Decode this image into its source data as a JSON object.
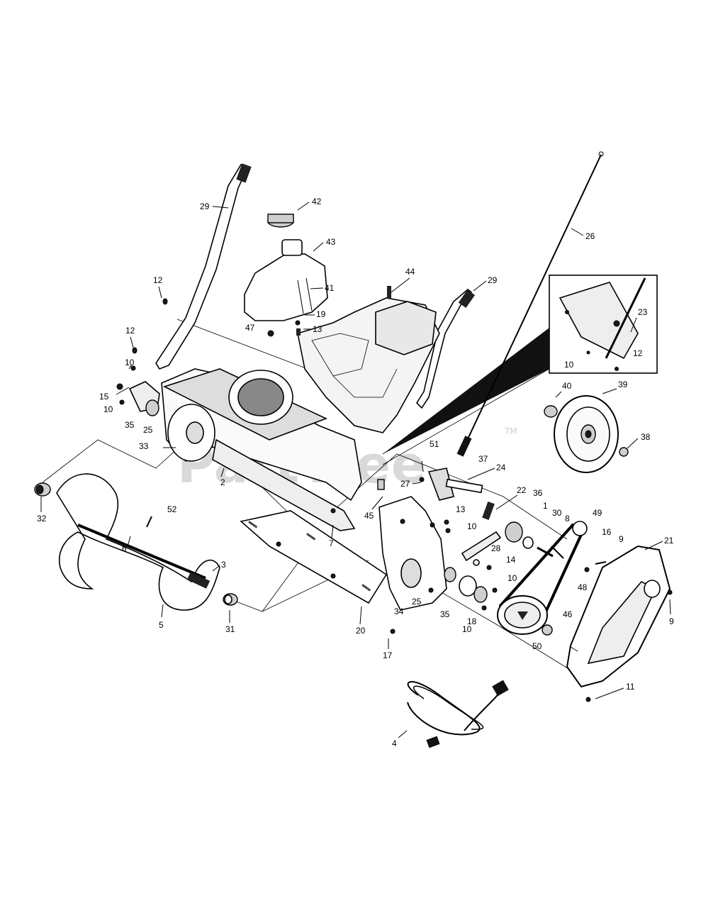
{
  "watermark": {
    "text": "PartTree",
    "trademark": "TM"
  },
  "callouts": [
    "1",
    "2",
    "3",
    "4",
    "5",
    "6",
    "7",
    "8",
    "9",
    "10",
    "11",
    "12",
    "13",
    "14",
    "15",
    "16",
    "17",
    "18",
    "19",
    "20",
    "21",
    "22",
    "23",
    "24",
    "25",
    "26",
    "27",
    "28",
    "29",
    "30",
    "31",
    "32",
    "33",
    "34",
    "35",
    "36",
    "37",
    "38",
    "39",
    "40",
    "41",
    "42",
    "43",
    "44",
    "45",
    "46",
    "47",
    "48",
    "49",
    "50",
    "51",
    "52"
  ]
}
